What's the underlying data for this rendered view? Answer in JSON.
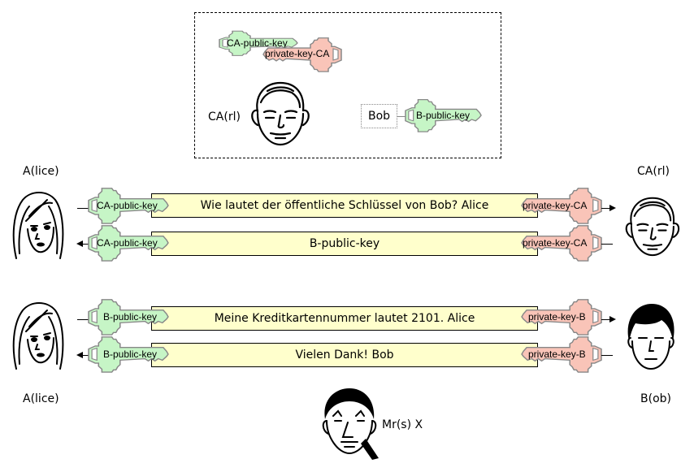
{
  "colors": {
    "public_key_fill": "#c6f5c6",
    "private_key_fill": "#f9c4b8",
    "message_fill": "#ffffcc",
    "key_stroke": "#888888"
  },
  "ca_panel": {
    "keys": {
      "ca_public": "CA-public-key",
      "ca_private": "private-key-CA",
      "bob_public": "B-public-key"
    },
    "ca_label": "CA(rl)",
    "bob_label": "Bob"
  },
  "participants": {
    "alice_top": "A(lice)",
    "ca_right": "CA(rl)",
    "alice_bottom": "A(lice)",
    "bob": "B(ob)",
    "eavesdropper": "Mr(s) X"
  },
  "exchanges": [
    {
      "message": "Wie lautet der öffentliche Schlüssel von Bob? Alice",
      "left_key": "CA-public-key",
      "right_key": "private-key-CA",
      "direction": "to-right"
    },
    {
      "message": "B-public-key",
      "left_key": "CA-public-key",
      "right_key": "private-key-CA",
      "direction": "to-left"
    },
    {
      "message": "Meine Kreditkartennummer lautet 2101. Alice",
      "left_key": "B-public-key",
      "right_key": "private-key-B",
      "direction": "to-right"
    },
    {
      "message": "Vielen Dank! Bob",
      "left_key": "B-public-key",
      "right_key": "private-key-B",
      "direction": "to-left"
    }
  ]
}
